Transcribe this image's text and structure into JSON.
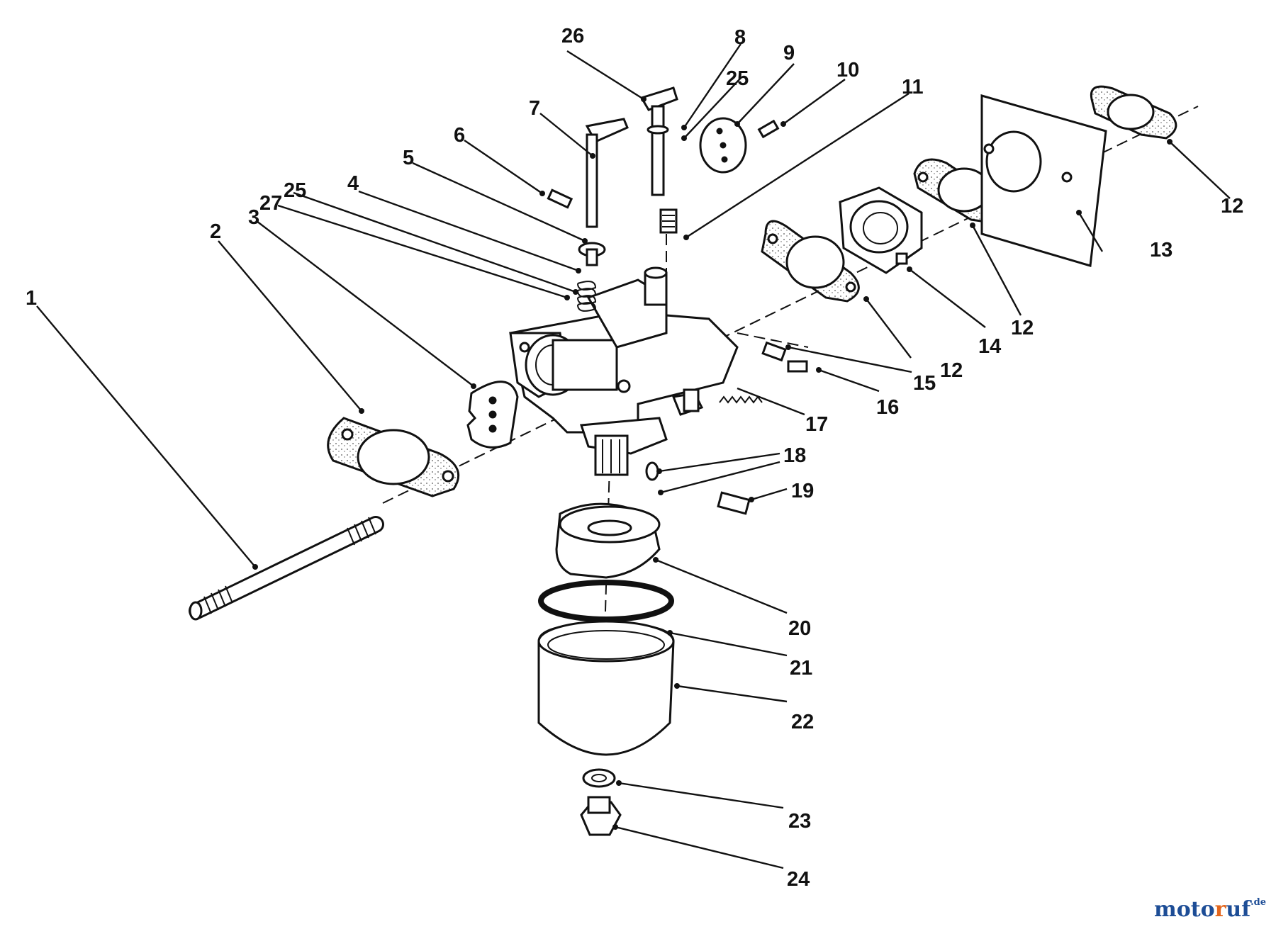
{
  "callouts": [
    {
      "id": "c1",
      "text": "1"
    },
    {
      "id": "c2",
      "text": "2"
    },
    {
      "id": "c3",
      "text": "3"
    },
    {
      "id": "c4",
      "text": "4"
    },
    {
      "id": "c5",
      "text": "5"
    },
    {
      "id": "c6",
      "text": "6"
    },
    {
      "id": "c7",
      "text": "7"
    },
    {
      "id": "c8",
      "text": "8"
    },
    {
      "id": "c9",
      "text": "9"
    },
    {
      "id": "c10",
      "text": "10"
    },
    {
      "id": "c11",
      "text": "11"
    },
    {
      "id": "c12a",
      "text": "12"
    },
    {
      "id": "c12b",
      "text": "12"
    },
    {
      "id": "c12c",
      "text": "12"
    },
    {
      "id": "c13",
      "text": "13"
    },
    {
      "id": "c14",
      "text": "14"
    },
    {
      "id": "c15",
      "text": "15"
    },
    {
      "id": "c16",
      "text": "16"
    },
    {
      "id": "c17",
      "text": "17"
    },
    {
      "id": "c18",
      "text": "18"
    },
    {
      "id": "c19",
      "text": "19"
    },
    {
      "id": "c20",
      "text": "20"
    },
    {
      "id": "c21",
      "text": "21"
    },
    {
      "id": "c22",
      "text": "22"
    },
    {
      "id": "c23",
      "text": "23"
    },
    {
      "id": "c24",
      "text": "24"
    },
    {
      "id": "c25a",
      "text": "25"
    },
    {
      "id": "c25b",
      "text": "25"
    },
    {
      "id": "c26",
      "text": "26"
    },
    {
      "id": "c27",
      "text": "27"
    }
  ],
  "watermark": {
    "pre": "moto",
    "accent": "r",
    "post": "uf",
    "tld": ".de"
  }
}
